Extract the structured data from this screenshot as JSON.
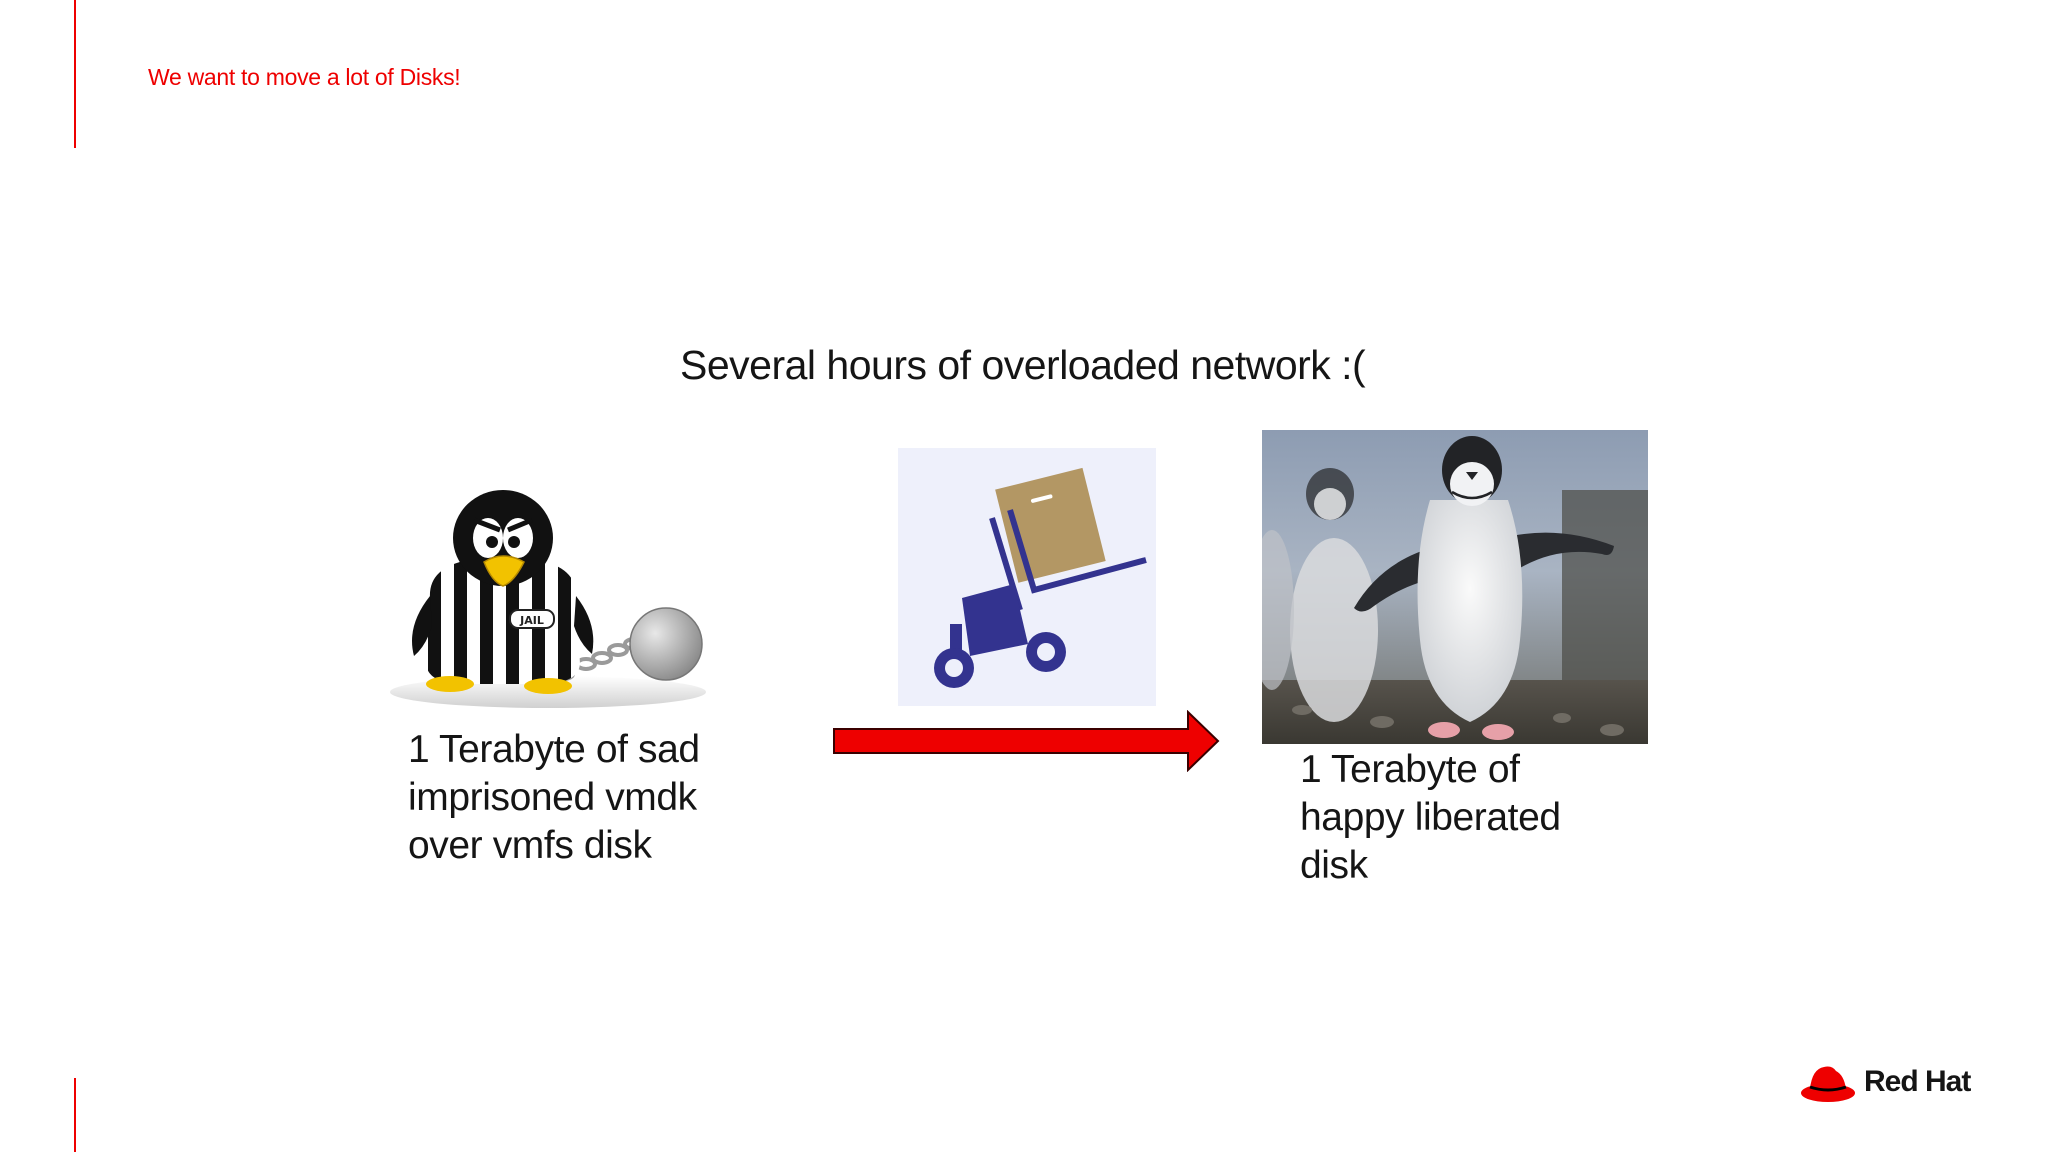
{
  "slide": {
    "title": "We want to move a lot of Disks!",
    "headline": "Several hours of overloaded network :(",
    "left_caption": [
      "1 Terabyte of sad",
      "imprisoned vmdk",
      "over vmfs disk"
    ],
    "right_caption": [
      "1 Terabyte of",
      "happy liberated",
      "disk"
    ]
  },
  "logo": {
    "brand": "Red Hat",
    "prisoner_badge": "JAIL"
  },
  "colors": {
    "accent": "#ee0000",
    "text": "#151515",
    "dolly": "#33338f",
    "box": "#b39764",
    "arrow": "#ee0000"
  },
  "icons": {
    "prisoner": "jailed-penguin-icon",
    "dolly": "hand-truck-icon",
    "arrow": "right-arrow-icon",
    "photo": "happy-penguins-photo",
    "logo": "red-hat-fedora-icon"
  }
}
